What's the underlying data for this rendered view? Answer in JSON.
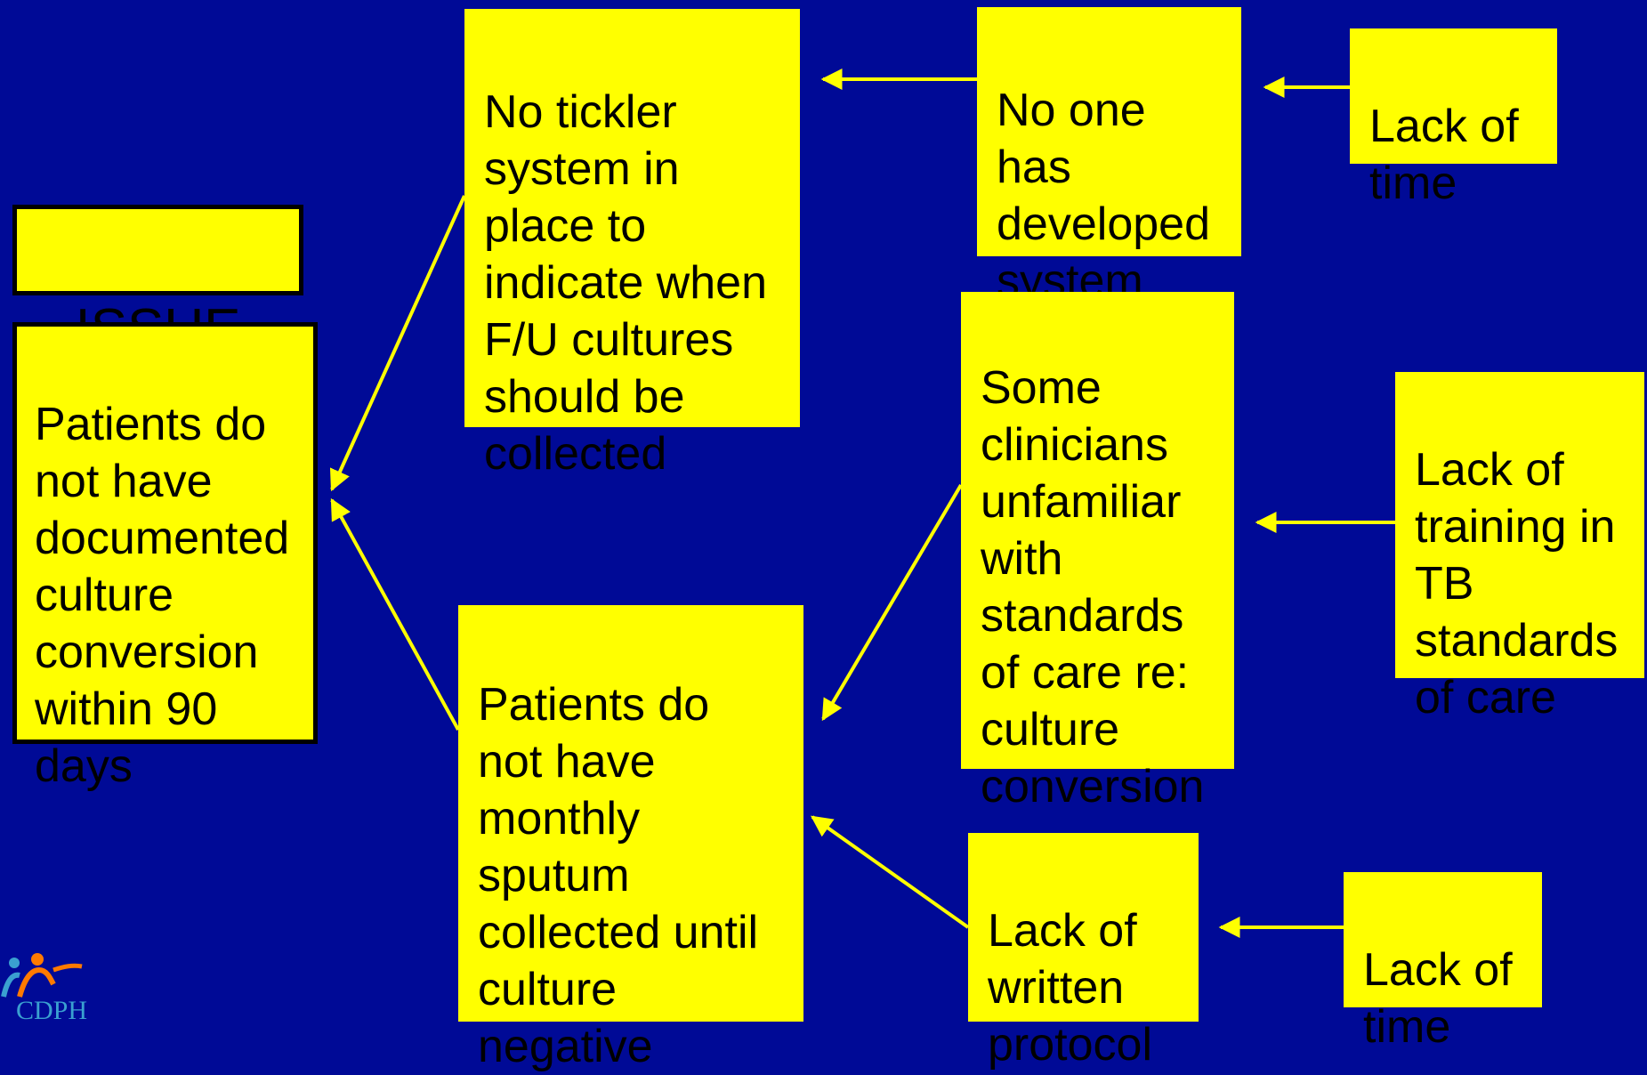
{
  "colors": {
    "background": "#000a96",
    "box": "#ffff00",
    "arrow": "#ffff00",
    "text": "#000000"
  },
  "issue_label": "ISSUE",
  "issue_text": "Patients do\nnot have\ndocumented\nculture\nconversion\nwithin 90\ndays",
  "cause_tickler": "No tickler\nsystem in\nplace to\nindicate when\nF/U cultures\nshould be\ncollected",
  "cause_monthly_sputum": "Patients do\nnot have\nmonthly\nsputum\ncollected until\nculture\nnegative",
  "cause_no_one_developed": "No one\nhas\ndeveloped\nsystem",
  "cause_clinicians_unfamiliar": "Some\nclinicians\nunfamiliar\nwith\nstandards\nof care re:\nculture\nconversion",
  "cause_written_protocol": "Lack of\nwritten\nprotocol",
  "root_time_1": "Lack of\ntime",
  "root_training": "Lack of\ntraining in\nTB\nstandards\nof care",
  "root_time_2": "Lack of\ntime",
  "logo_text": "CDPH"
}
